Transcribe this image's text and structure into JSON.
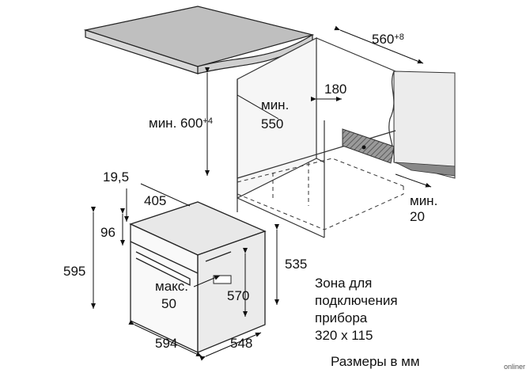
{
  "dimensions": {
    "niche_width": {
      "value": "560",
      "sup": "+8"
    },
    "recess": "180",
    "min_height": {
      "prefix": "мин.",
      "value": "600",
      "sup": "+4"
    },
    "min_depth": {
      "line1": "мин.",
      "line2": "550"
    },
    "gap_min": {
      "line1": "мин.",
      "line2": "20"
    },
    "offset_19_5": "19,5",
    "depth_405": "405",
    "top_96": "96",
    "total_height": "595",
    "inner_height": "535",
    "max_50": {
      "line1": "макс.",
      "line2": "50"
    },
    "height_570": "570",
    "width_594": "594",
    "depth_548": "548"
  },
  "connection_zone": {
    "lines": [
      "Зона для",
      "подключения",
      "прибора",
      "320 x 115"
    ]
  },
  "units_note": "Размеры в мм",
  "watermark": "onliner"
}
